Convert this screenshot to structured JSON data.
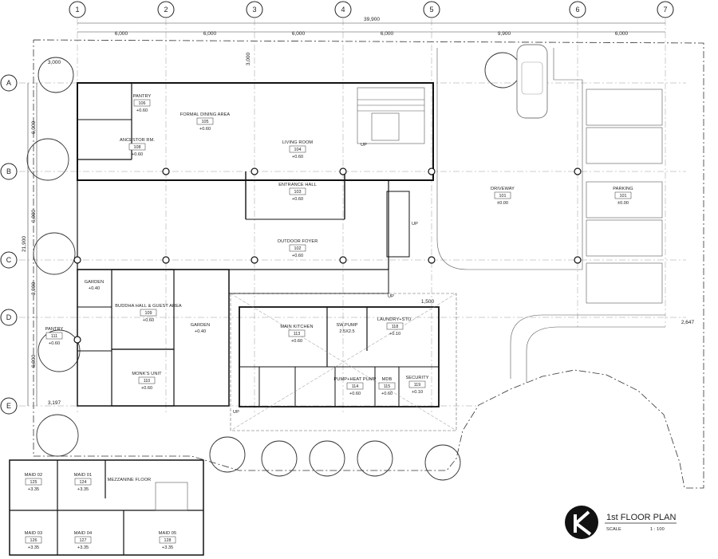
{
  "drawing": {
    "title": "1st FLOOR PLAN",
    "scale_label": "SCALE",
    "scale_value": "1 : 100"
  },
  "grid": {
    "columns": [
      "1",
      "2",
      "3",
      "4",
      "5",
      "6",
      "7"
    ],
    "rows": [
      "A",
      "B",
      "C",
      "D",
      "E"
    ]
  },
  "dimensions": {
    "overall_width": "39,900",
    "column_spacing": [
      "6,000",
      "6,000",
      "6,000",
      "6,000",
      "9,900",
      "6,000"
    ],
    "overall_depth": "21,900",
    "row_spacing": [
      "6,000",
      "6,000",
      "3,900",
      "6,000"
    ],
    "misc": [
      "3,000",
      "3,000",
      "3,197",
      "1,500",
      "2,647"
    ]
  },
  "rooms": [
    {
      "name": "PANTRY",
      "number": "106",
      "level": "+0.60"
    },
    {
      "name": "FORMAL DINING AREA",
      "number": "105",
      "level": "+0.60"
    },
    {
      "name": "ANCESTOR RM.",
      "number": "108",
      "level": "+0.60"
    },
    {
      "name": "LIVING ROOM",
      "number": "104",
      "level": "+0.60"
    },
    {
      "name": "ENTRANCE HALL",
      "number": "103",
      "level": "+0.60"
    },
    {
      "name": "OUTDOOR FOYER",
      "number": "102",
      "level": "+0.60"
    },
    {
      "name": "DRIVEWAY",
      "number": "101",
      "level": "±0.00"
    },
    {
      "name": "PARKING",
      "number": "101",
      "level": "±0.00"
    },
    {
      "name": "GARDEN",
      "number": "",
      "level": "+0.40"
    },
    {
      "name": "BUDDHA HALL & GUEST AREA",
      "number": "109",
      "level": "+0.60"
    },
    {
      "name": "GARDEN",
      "number": "",
      "level": "+0.40"
    },
    {
      "name": "PANTRY",
      "number": "111",
      "level": "+0.60"
    },
    {
      "name": "MONK'S UNIT",
      "number": "110",
      "level": "+0.60"
    },
    {
      "name": "MAIN KITCHEN",
      "number": "113",
      "level": "+0.60"
    },
    {
      "name": "SW.PUMP",
      "number": "",
      "level": "2.5X2.5"
    },
    {
      "name": "LAUNDRY+STO.",
      "number": "118",
      "level": "+0.10"
    },
    {
      "name": "PUMP+HEAT PUMP",
      "number": "114",
      "level": "+0.60"
    },
    {
      "name": "MDB",
      "number": "115",
      "level": "+0.60"
    },
    {
      "name": "SECURITY",
      "number": "119",
      "level": "+0.10"
    }
  ],
  "annotations": [
    "UP",
    "UP",
    "UP",
    "UP"
  ],
  "inset": {
    "label": "MEZZANINE FLOOR",
    "rooms": [
      {
        "name": "MAID 02",
        "number": "125",
        "level": "+3.35"
      },
      {
        "name": "MAID 01",
        "number": "124",
        "level": "+3.35"
      },
      {
        "name": "MAID 03",
        "number": "126",
        "level": "+3.35"
      },
      {
        "name": "MAID 04",
        "number": "127",
        "level": "+3.35"
      },
      {
        "name": "MAID 05",
        "number": "128",
        "level": "+3.35"
      }
    ]
  }
}
